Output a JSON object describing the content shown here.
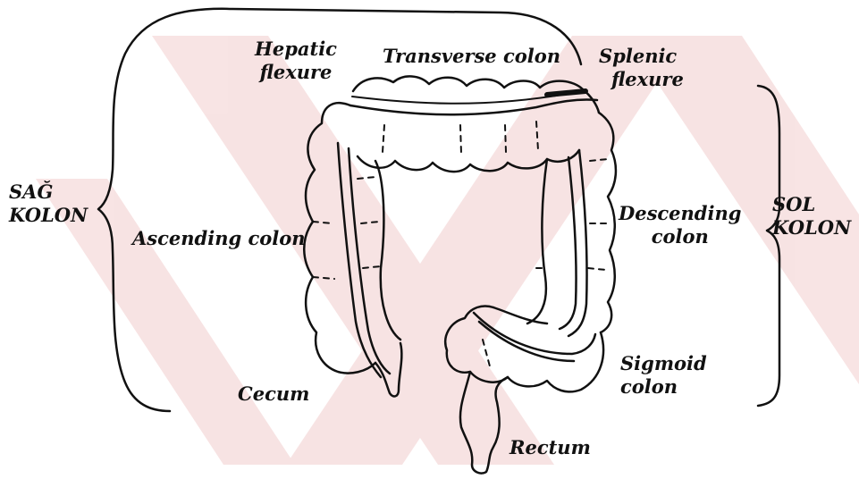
{
  "colors": {
    "ink": "#111111",
    "watermark": "#f6dede"
  },
  "labels": {
    "hepatic_flexure": [
      "Hepatic",
      "flexure"
    ],
    "transverse_colon": "Transverse colon",
    "splenic_flexure": [
      "Splenic",
      "flexure"
    ],
    "sag_kolon": [
      "SAĞ",
      "KOLON"
    ],
    "ascending_colon": "Ascending colon",
    "descending_colon": [
      "Descending",
      "colon"
    ],
    "sol_kolon": [
      "SOL",
      "KOLON"
    ],
    "sigmoid_colon": [
      "Sigmoid",
      "colon"
    ],
    "cecum": "Cecum",
    "rectum": "Rectum"
  }
}
